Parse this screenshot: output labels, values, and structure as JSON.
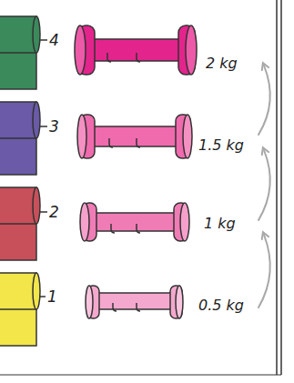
{
  "diagram": {
    "labels": [
      "4",
      "2 kg",
      "3",
      "1.5 kg",
      "2",
      "1 kg",
      "1",
      "0.5 kg"
    ]
  }
}
